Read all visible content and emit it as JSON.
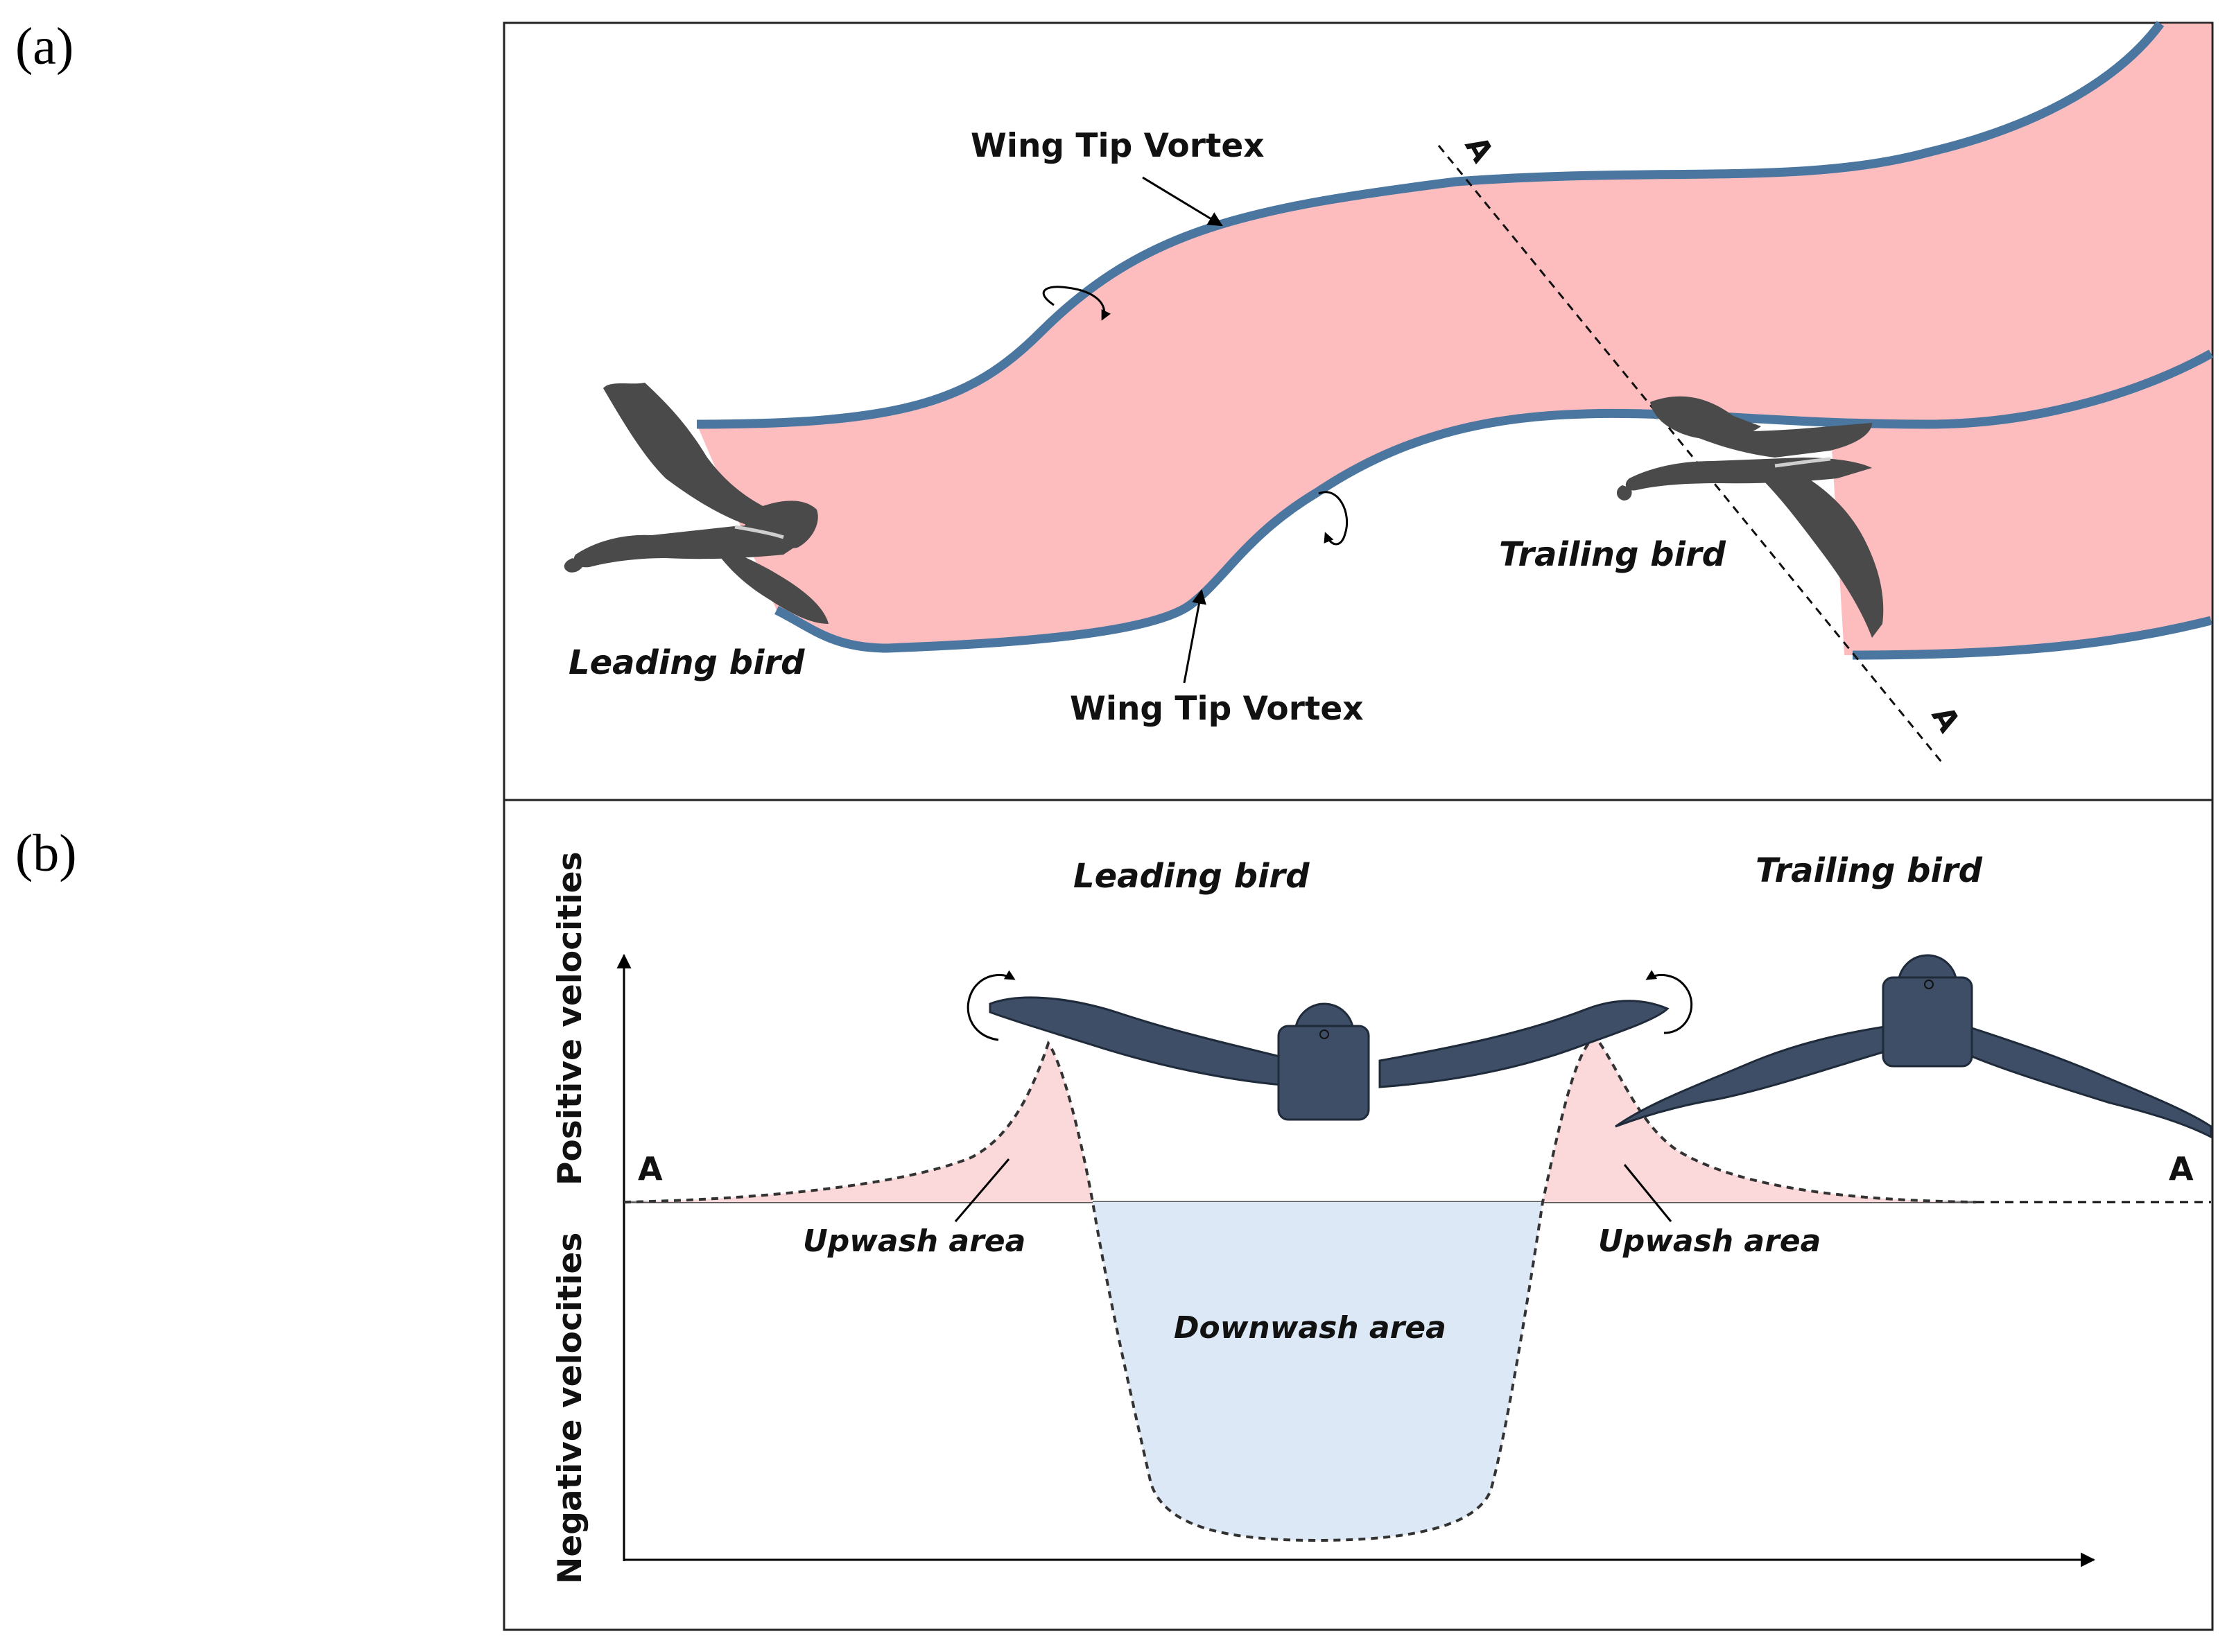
{
  "panel_a": {
    "label": "(a)",
    "wing_tip_vortex_top": "Wing Tip Vortex",
    "wing_tip_vortex_bottom": "Wing Tip Vortex",
    "leading_bird": "Leading bird",
    "trailing_bird": "Trailing bird",
    "section_marker_top": "A",
    "section_marker_bottom": "A"
  },
  "panel_b": {
    "label": "(b)",
    "leading_bird": "Leading bird",
    "trailing_bird": "Trailing bird",
    "y_axis_positive": "Positive velocities",
    "y_axis_negative": "Negative velocities",
    "marker_left": "A",
    "marker_right": "A",
    "upwash_left": "Upwash area",
    "upwash_right": "Upwash area",
    "downwash": "Downwash area"
  },
  "colors": {
    "vortex_fill": "#fdbdbf",
    "vortex_edge": "#4a76a0",
    "upwash_fill": "#fbd8d9",
    "downwash_fill": "#dce8f5",
    "bird_dark": "#3e4e66",
    "goose_gray": "#4a4a4a"
  }
}
